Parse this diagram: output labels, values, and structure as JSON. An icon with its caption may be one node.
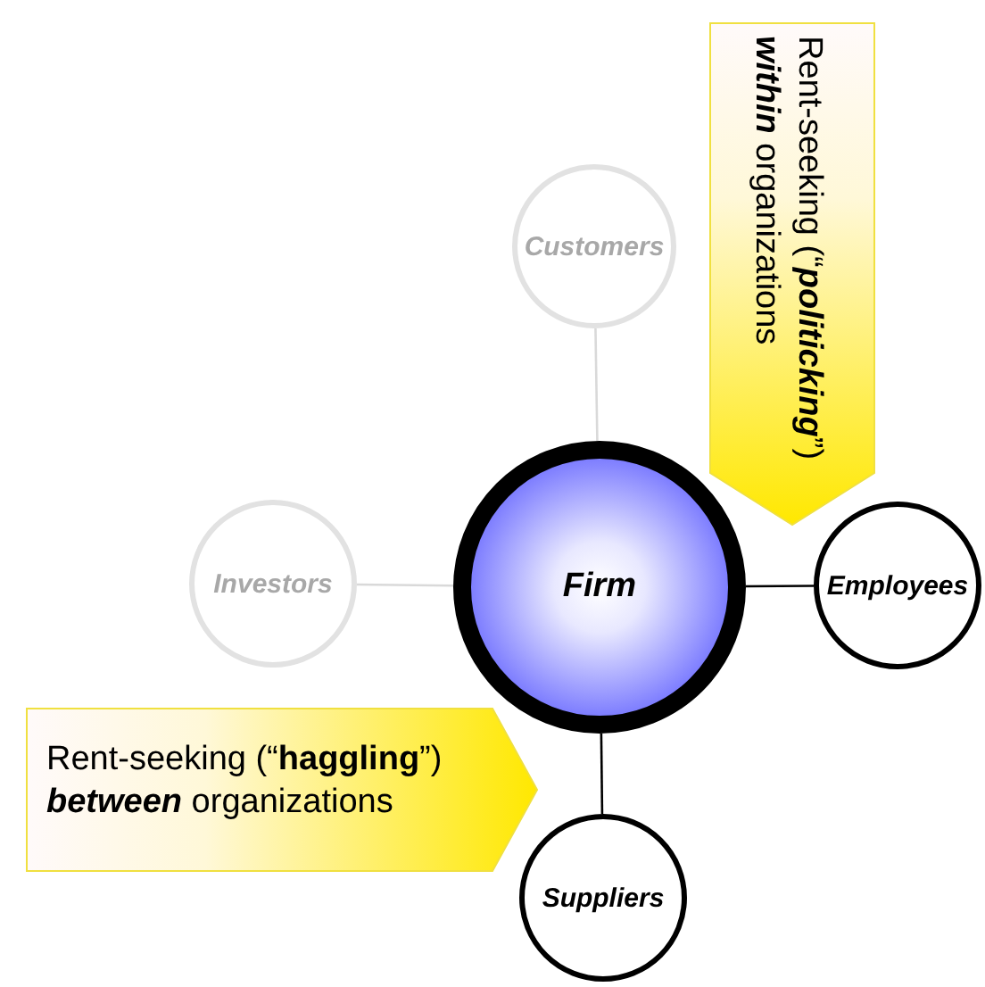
{
  "diagram": {
    "nodes": [
      {
        "text": [
          "Firm"
        ]
      },
      {
        "text": [
          "Customers"
        ]
      },
      {
        "text": [
          "Investors"
        ]
      },
      {
        "text": [
          "Employees"
        ]
      },
      {
        "text": [
          "Suppliers"
        ]
      },
      {
        "text": [
          "Rent-seeking (“*politicking*”) *within* organizations"
        ]
      },
      {
        "text": [
          "Rent-seeking (“**haggling**”) *between* organizations"
        ]
      }
    ],
    "edges": [
      {
        "from": 0,
        "to": 1,
        "arrow": "none",
        "color": "#d9d9d9"
      },
      {
        "from": 0,
        "to": 2,
        "arrow": "none",
        "color": "#d9d9d9"
      },
      {
        "from": 0,
        "to": 3,
        "arrow": "none",
        "color": "#000000"
      },
      {
        "from": 0,
        "to": 4,
        "arrow": "none",
        "color": "#000000"
      }
    ]
  }
}
